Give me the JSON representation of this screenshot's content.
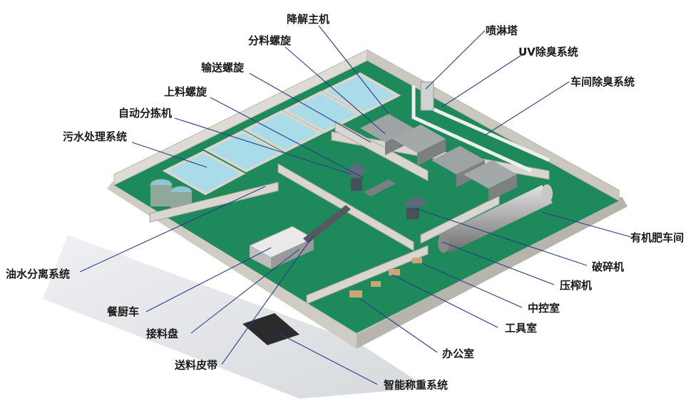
{
  "labels": {
    "degrade_host": "降解主机",
    "split_screw": "分料螺旋",
    "convey_screw": "输送螺旋",
    "feed_screw": "上料螺旋",
    "auto_sorter": "自动分拣机",
    "sewage_system": "污水处理系统",
    "oil_water_separator": "油水分离系统",
    "kitchen_truck": "餐厨车",
    "receiving_tray": "接料盘",
    "feed_belt": "送料皮带",
    "smart_weighing": "智能称重系统",
    "office": "办公室",
    "tool_room": "工具室",
    "control_room": "中控室",
    "screw_press": "压榨机",
    "crusher": "破碎机",
    "fertilizer_workshop": "有机肥车间",
    "workshop_deodor": "车间除臭系统",
    "uv_deodor": "UV除臭系统",
    "spray_tower": "喷淋塔"
  },
  "colors": {
    "floor": "#1e8a5c",
    "wall": "#d9d6cf",
    "pool_water": "#a9dbe8",
    "leader_line": "#2c3a8c"
  }
}
